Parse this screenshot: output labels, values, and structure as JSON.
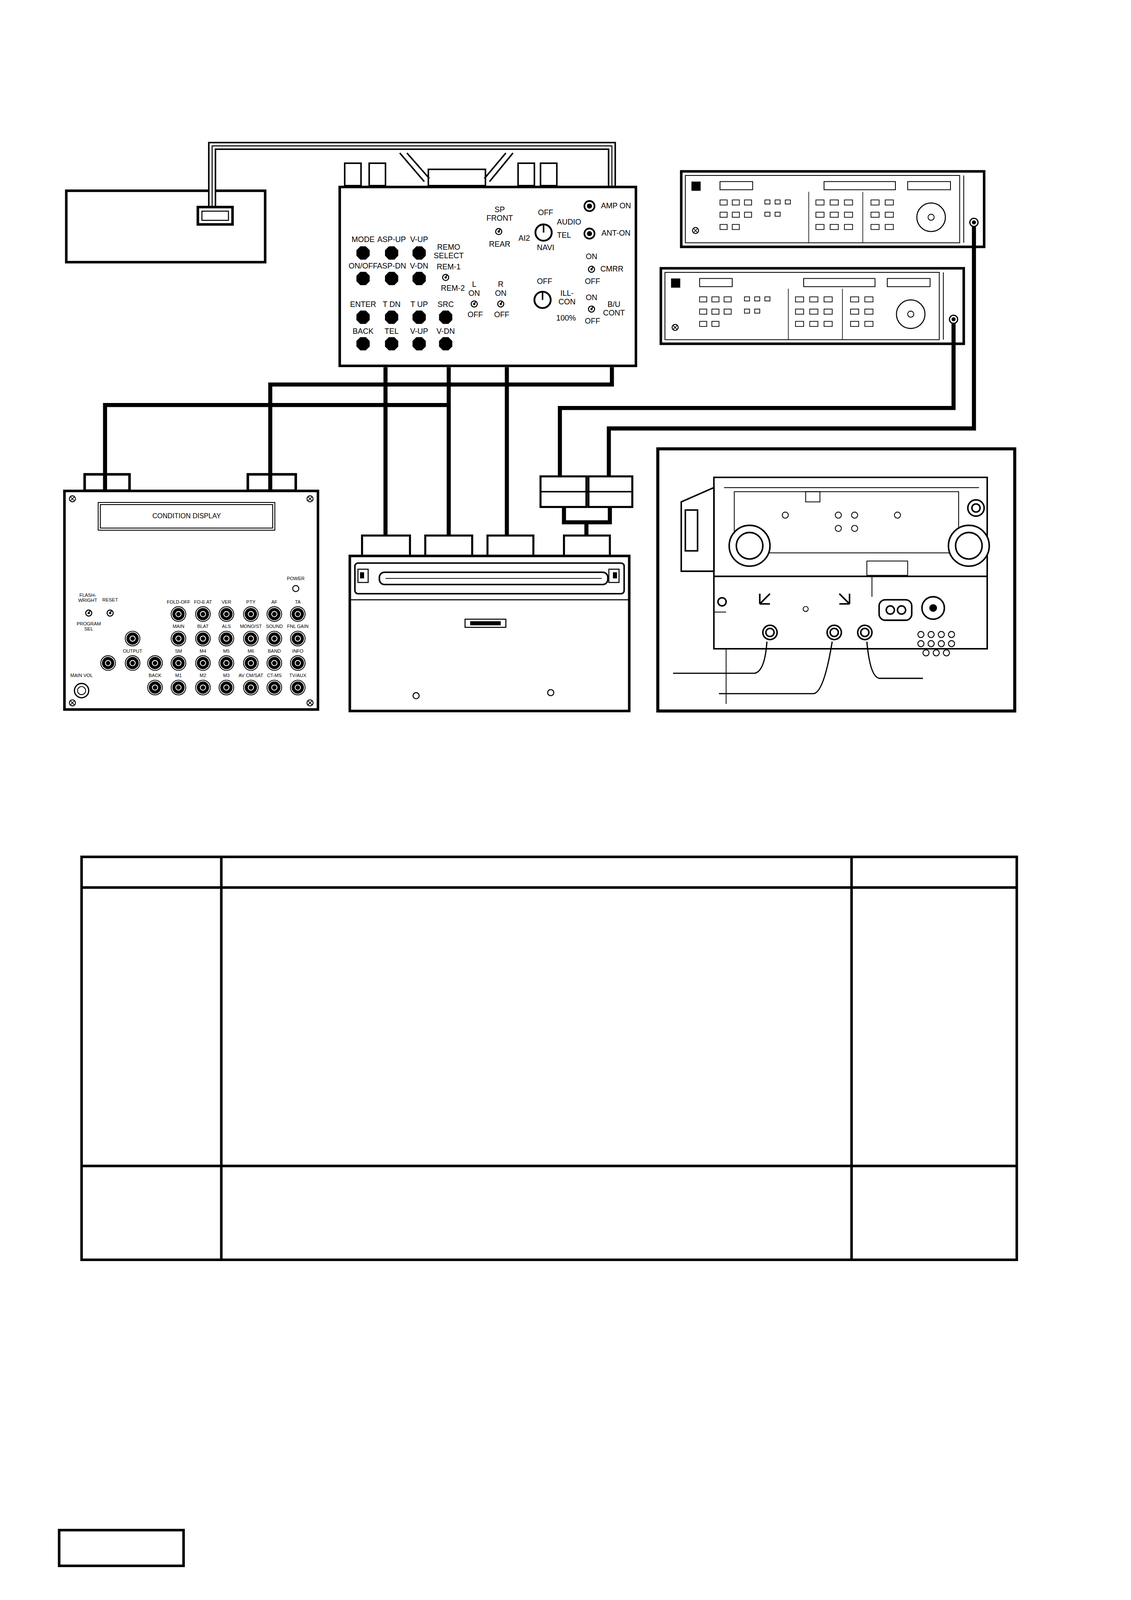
{
  "diagram": {
    "nodes": [
      {
        "text": [
          "MODE",
          "ASP-UP",
          "V-UP",
          "REMO SELECT",
          "REM-1",
          "REM-2",
          "ON/OFF",
          "ASP-DN",
          "V-DN",
          "ENTER",
          "T DN",
          "T UP",
          "SRC",
          "BACK",
          "TEL",
          "V-UP",
          "V-DN",
          "SP FRONT",
          "REAR",
          "OFF",
          "AUDIO",
          "TEL",
          "NAVI",
          "AI2",
          "L",
          "ON",
          "OFF",
          "R",
          "ON",
          "OFF",
          "OFF",
          "ILL-CON",
          "100%",
          "AMP ON",
          "ANT-ON",
          "ON",
          "CMRR",
          "OFF",
          "ON",
          "B/U CONT",
          "OFF"
        ]
      },
      {
        "text": [
          "POWER",
          "FLASH-WRIGHT",
          "RESET",
          "PROGRAM SEL",
          "FOLD-OFF",
          "FO-E AT",
          "VER",
          "PTY",
          "AF",
          "TA",
          "MAIN",
          "BLAT",
          "ALS",
          "MONO/ST",
          "SOUND",
          "FNL GAIN",
          "OUTPUT",
          "SM",
          "M4",
          "M5",
          "M6",
          "BAND",
          "INFO",
          "MAIN VOL",
          "BACK",
          "M1",
          "M2",
          "M3",
          "AV CM/SAT",
          "CT-MS",
          "TV/AUX"
        ]
      },
      {
        "text": [
          "CONDITION DISPLAY"
        ],
        "in": 1
      }
    ],
    "edges": [
      {
        "from": 0,
        "to": 1,
        "arrow": "none"
      },
      {
        "from": 0,
        "to": 1,
        "arrow": "none"
      }
    ]
  }
}
